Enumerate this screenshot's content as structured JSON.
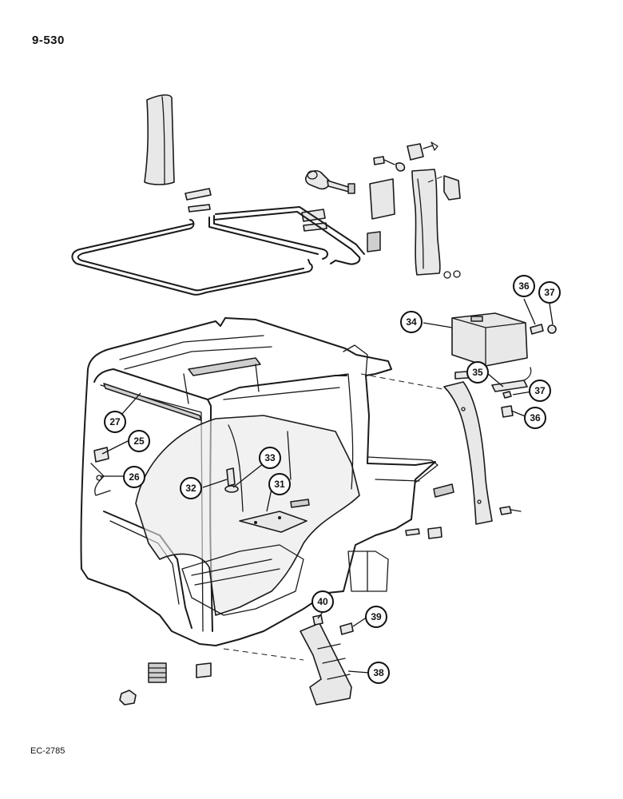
{
  "page_number": "9-530",
  "drawing_id": "EC-2785",
  "callouts": [
    {
      "label": "25"
    },
    {
      "label": "26"
    },
    {
      "label": "27"
    },
    {
      "label": "31"
    },
    {
      "label": "32"
    },
    {
      "label": "33"
    },
    {
      "label": "34"
    },
    {
      "label": "35"
    },
    {
      "label": "36"
    },
    {
      "label": "37"
    },
    {
      "label": "37"
    },
    {
      "label": "36"
    },
    {
      "label": "38"
    },
    {
      "label": "39"
    },
    {
      "label": "40"
    }
  ]
}
